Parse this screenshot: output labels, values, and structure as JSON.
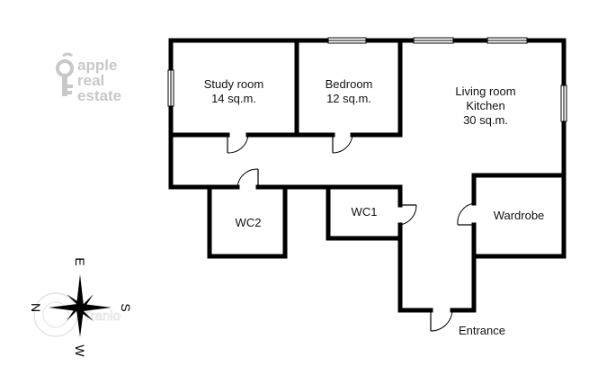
{
  "logo": {
    "lines": [
      "apple",
      "real",
      "estate"
    ]
  },
  "rooms": [
    {
      "name": "Study room",
      "area": "14 sq.m."
    },
    {
      "name": "Bedroom",
      "area": "12 sq.m."
    },
    {
      "name": "Living room",
      "sub": "Kitchen",
      "area": "30 sq.m."
    },
    {
      "name": "WC2"
    },
    {
      "name": "WC1"
    },
    {
      "name": "Wardrobe"
    }
  ],
  "entrance": "Entrance",
  "compass": {
    "north": "N",
    "south": "S",
    "east": "E",
    "west": "W"
  },
  "watermark": "Tranio",
  "colors": {
    "wall": "#000000",
    "logo": "#c8c8c8",
    "background": "#ffffff"
  }
}
